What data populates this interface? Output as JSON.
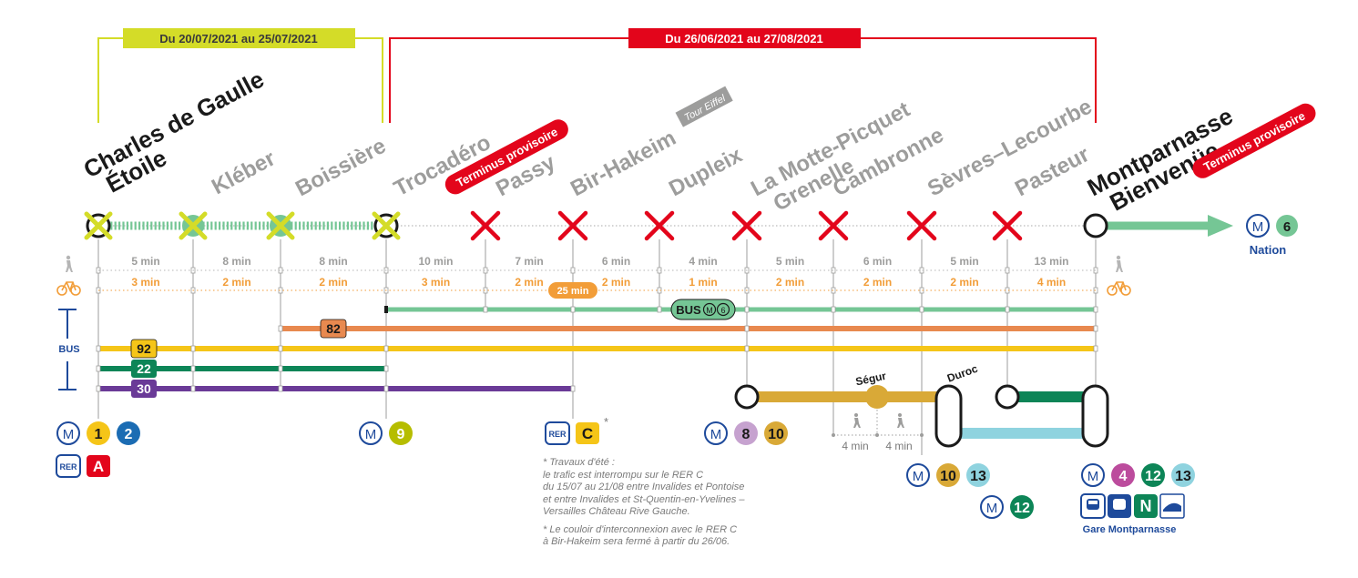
{
  "periods": {
    "first": "Du 20/07/2021 au 25/07/2021",
    "second": "Du 26/06/2021 au 27/08/2021"
  },
  "stations": [
    {
      "id": "cdg",
      "lines": [
        "Charles de Gaulle",
        "Étoile"
      ],
      "status": "closed-partial",
      "style": "black"
    },
    {
      "id": "kleber",
      "lines": [
        "Kléber"
      ],
      "status": "closed-partial",
      "style": "grey"
    },
    {
      "id": "boissiere",
      "lines": [
        "Boissière"
      ],
      "status": "closed-partial",
      "style": "grey"
    },
    {
      "id": "trocadero",
      "lines": [
        "Trocadéro"
      ],
      "status": "closed-partial",
      "style": "grey",
      "badge": "Terminus provisoire"
    },
    {
      "id": "passy",
      "lines": [
        "Passy"
      ],
      "status": "closed",
      "style": "grey"
    },
    {
      "id": "bir-hakeim",
      "lines": [
        "Bir-Hakeim"
      ],
      "status": "closed",
      "style": "grey",
      "tag": "Tour Eiffel"
    },
    {
      "id": "dupleix",
      "lines": [
        "Dupleix"
      ],
      "status": "closed",
      "style": "grey"
    },
    {
      "id": "la-motte",
      "lines": [
        "La Motte-Picquet",
        "Grenelle"
      ],
      "status": "closed",
      "style": "grey"
    },
    {
      "id": "cambronne",
      "lines": [
        "Cambronne"
      ],
      "status": "closed",
      "style": "grey"
    },
    {
      "id": "sevres",
      "lines": [
        "Sèvres–Lecourbe"
      ],
      "status": "closed",
      "style": "grey"
    },
    {
      "id": "pasteur",
      "lines": [
        "Pasteur"
      ],
      "status": "closed",
      "style": "grey"
    },
    {
      "id": "montparnasse",
      "lines": [
        "Montparnasse",
        "Bienvenüe"
      ],
      "status": "open",
      "style": "black",
      "badge": "Terminus provisoire"
    }
  ],
  "destination": {
    "metro": "M",
    "line": "6",
    "name": "Nation"
  },
  "walk_times": [
    "5 min",
    "8 min",
    "8 min",
    "10 min",
    "7 min",
    "6 min",
    "4 min",
    "5 min",
    "6 min",
    "5 min",
    "13 min"
  ],
  "bike_times": [
    "3 min",
    "2 min",
    "2 min",
    "3 min",
    "2 min",
    "2 min",
    "1 min",
    "2 min",
    "2 min",
    "2 min",
    "4 min"
  ],
  "bike_special": "25 min",
  "bus_label": "BUS",
  "bus_m6_label": "BUS",
  "bus_lines": [
    {
      "number": "82",
      "color": "#e8894f"
    },
    {
      "number": "92",
      "color": "#f5c518"
    },
    {
      "number": "22",
      "color": "#0d8557"
    },
    {
      "number": "30",
      "color": "#6a3a97"
    }
  ],
  "connections": {
    "segur": "Ségur",
    "duroc": "Duroc",
    "segur_walk": [
      "4 min",
      "4 min"
    ]
  },
  "correspondences": {
    "cdg": {
      "metro": "M",
      "lines": [
        "1",
        "2"
      ],
      "rer": "RER",
      "rer_line": "A"
    },
    "trocadero": {
      "metro": "M",
      "lines": [
        "9"
      ]
    },
    "bir_hakeim": {
      "rer": "RER",
      "rer_line": "C",
      "star": "*"
    },
    "la_motte": {
      "metro": "M",
      "lines": [
        "8",
        "10"
      ]
    },
    "duroc": {
      "metro": "M",
      "lines": [
        "10",
        "13"
      ]
    },
    "pasteur": {
      "metro": "M",
      "lines": [
        "12"
      ]
    },
    "montparnasse": {
      "metro": "M",
      "lines": [
        "4",
        "12",
        "13"
      ],
      "extra": "N",
      "gare": "Gare Montparnasse"
    }
  },
  "note": {
    "p1": [
      "* Travaux d'été :",
      "le trafic est interrompu sur le RER C",
      "du 15/07 au 21/08 entre Invalides et Pontoise",
      "et entre Invalides et St-Quentin-en-Yvelines –",
      "Versailles Château Rive Gauche."
    ],
    "p2": [
      "* Le couloir d'interconnexion avec le RER C",
      "à Bir-Hakeim sera fermé à partir du 26/06."
    ]
  },
  "colors": {
    "line6": "#75c695",
    "closed_red": "#e3051b",
    "period1": "#d4dc28",
    "period2": "#e3051b",
    "bus_m6": "#75c695",
    "metro_blue": "#1e4a9b",
    "bike": "#f29d38",
    "grey_text": "#9d9d9c"
  }
}
